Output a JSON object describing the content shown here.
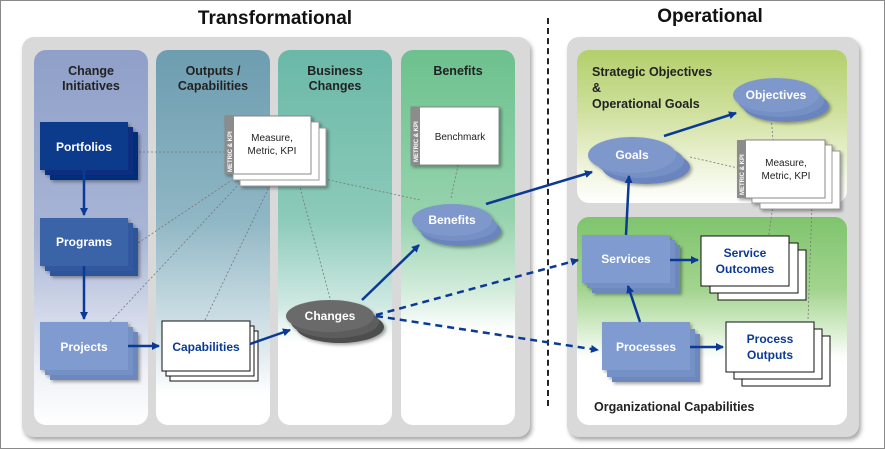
{
  "sections": {
    "transformational": "Transformational",
    "operational": "Operational"
  },
  "lanes": [
    {
      "label_line1": "Change",
      "label_line2": "Initiatives"
    },
    {
      "label_line1": "Outputs /",
      "label_line2": "Capabilities"
    },
    {
      "label_line1": "Business",
      "label_line2": "Changes"
    },
    {
      "label_line1": "Benefits",
      "label_line2": ""
    }
  ],
  "zones": {
    "strategic": {
      "line1": "Strategic Objectives",
      "line2": "&",
      "line3": "Operational Goals"
    },
    "organizational": "Organizational Capabilities"
  },
  "nodes": {
    "portfolios": "Portfolios",
    "programs": "Programs",
    "projects": "Projects",
    "capabilities": "Capabilities",
    "changes": "Changes",
    "benefits": "Benefits",
    "goals": "Goals",
    "objectives": "Objectives",
    "services": "Services",
    "processes": "Processes",
    "service_outcomes_1": "Service",
    "service_outcomes_2": "Outcomes",
    "process_outputs_1": "Process",
    "process_outputs_2": "Outputs"
  },
  "metric_cards": {
    "tab_label": "METRIC & KPI",
    "measure_line1": "Measure,",
    "measure_line2": "Metric, KPI",
    "benchmark": "Benchmark"
  },
  "colors": {
    "portfolios": "#0a3a8c",
    "programs": "#3a63a8",
    "projects": "#7f9bcf",
    "arrow": "#0a3a96",
    "ellipse_blue": "#7f98cc",
    "ellipse_gray": "#6b6b6b"
  }
}
